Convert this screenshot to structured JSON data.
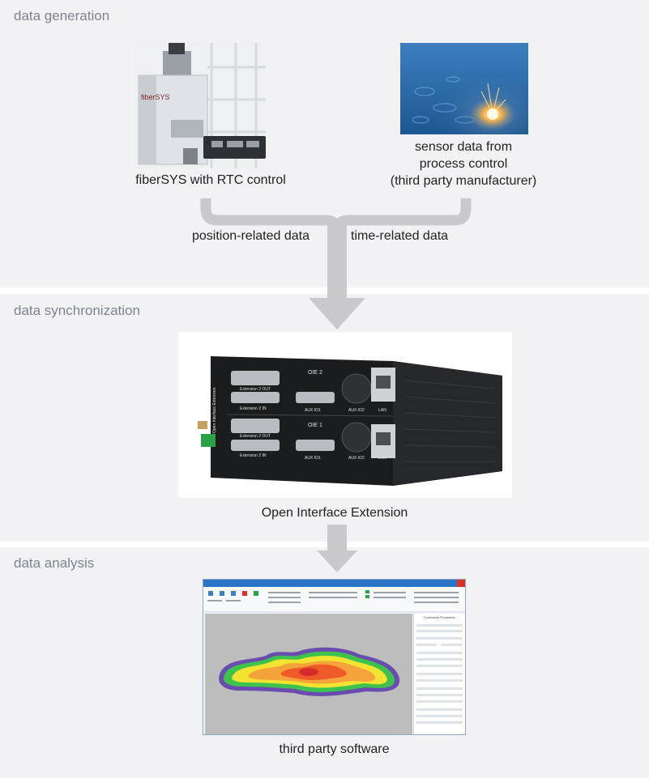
{
  "sections": {
    "generation": "data generation",
    "synchronization": "data synchronization",
    "analysis": "data analysis"
  },
  "captions": {
    "fibersys": "fiberSYS with RTC control",
    "sensor_line1": "sensor data from",
    "sensor_line2": "process control",
    "sensor_line3": "(third party manufacturer)",
    "oie": "Open Interface Extension",
    "software": "third party software"
  },
  "flow_labels": {
    "position": "position-related data",
    "time": "time-related data"
  },
  "device_labels": {
    "oie2": "OIE 2",
    "oie1": "OIE 1",
    "ext_out": "Extension 2 OUT",
    "ext_in": "Extension 2 IN",
    "aux_io1": "AUX IO1",
    "aux_io2": "AUX IO2",
    "lan": "LAN",
    "vertical": "Open Interface Extension"
  },
  "software_panel": {
    "title": "Customize Properties"
  },
  "colors": {
    "band": "#f2f2f4",
    "section_title": "#7d8490",
    "arrow": "#c9c9cc",
    "window_titlebar": "#2b73c6",
    "close_button": "#d9322b"
  }
}
